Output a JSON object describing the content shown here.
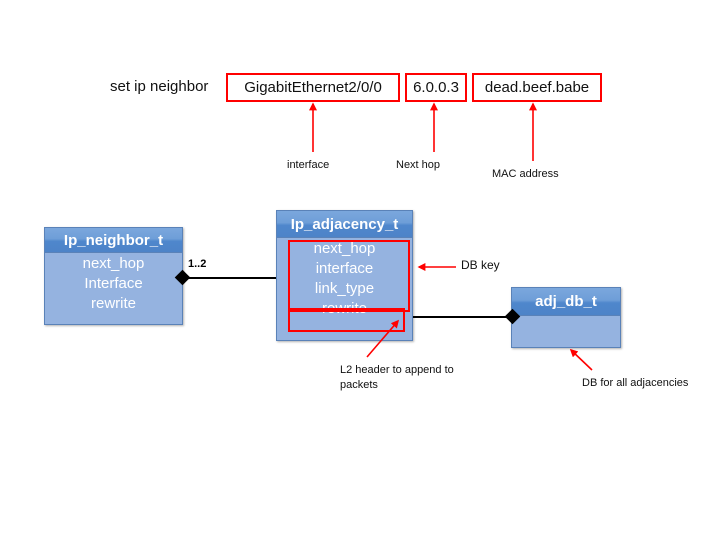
{
  "command": {
    "prefix": "set ip neighbor",
    "fields": [
      {
        "key": "interface",
        "value": "GigabitEthernet2/0/0",
        "caption": "interface"
      },
      {
        "key": "next_hop",
        "value": "6.0.0.3",
        "caption": "Next hop"
      },
      {
        "key": "mac",
        "value": "dead.beef.babe",
        "caption": "MAC address"
      }
    ]
  },
  "classes": {
    "neighbor": {
      "title": "Ip_neighbor_t",
      "fields": [
        "next_hop",
        "Interface",
        "rewrite"
      ]
    },
    "adjacency": {
      "title": "Ip_adjacency_t",
      "fields": [
        "next_hop",
        "interface",
        "link_type",
        "rewrite"
      ]
    },
    "adj_db": {
      "title": "adj_db_t",
      "fields": []
    }
  },
  "relations": {
    "neighbor_to_adjacency_multiplicity": "1..2"
  },
  "annotations": {
    "db_key": "DB key",
    "l2_header": "L2 header to append to packets",
    "db_for_all": "DB for all adjacencies"
  },
  "colors": {
    "highlight": "#ff0000",
    "class_header": "#4d83c8",
    "class_body": "#95b3e0",
    "connector": "#000000",
    "background": "#ffffff",
    "text": "#111111"
  }
}
